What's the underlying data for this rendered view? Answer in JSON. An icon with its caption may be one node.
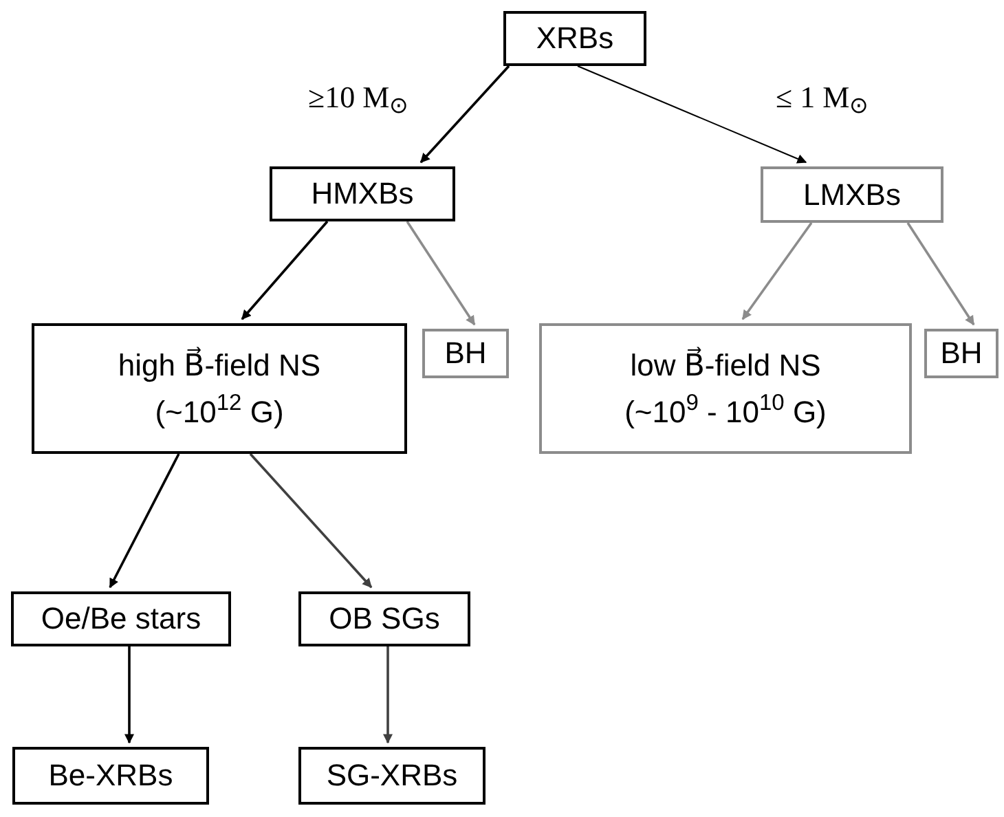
{
  "diagram": {
    "nodes": [
      {
        "text": [
          "XRBs"
        ]
      },
      {
        "text": [
          "HMXBs"
        ]
      },
      {
        "text": [
          "LMXBs"
        ]
      },
      {
        "text": [
          "high B⃗-field NS",
          "(~10$^{12}$ G)"
        ]
      },
      {
        "text": [
          "BH"
        ]
      },
      {
        "text": [
          "low B⃗-field NS",
          "(~10$^{9}$ - 10$^{10}$ G)"
        ]
      },
      {
        "text": [
          "BH"
        ]
      },
      {
        "text": [
          "Oe/Be stars"
        ]
      },
      {
        "text": [
          "OB SGs"
        ]
      },
      {
        "text": [
          "Be-XRBs"
        ]
      },
      {
        "text": [
          "SG-XRBs"
        ]
      }
    ],
    "edges": [
      {
        "from": 0,
        "to": 1,
        "arrow": "to",
        "label": "≥10 M$_{⊙}$"
      },
      {
        "from": 0,
        "to": 2,
        "arrow": "to",
        "label": "≤ 1 M$_{⊙}$"
      },
      {
        "from": 1,
        "to": 3,
        "arrow": "to"
      },
      {
        "from": 1,
        "to": 4,
        "arrow": "to",
        "color": "#8c8c8c"
      },
      {
        "from": 2,
        "to": 5,
        "arrow": "to",
        "color": "#8c8c8c"
      },
      {
        "from": 2,
        "to": 6,
        "arrow": "to",
        "color": "#8c8c8c"
      },
      {
        "from": 3,
        "to": 7,
        "arrow": "to"
      },
      {
        "from": 3,
        "to": 8,
        "arrow": "to",
        "color": "#404040"
      },
      {
        "from": 7,
        "to": 9,
        "arrow": "to"
      },
      {
        "from": 8,
        "to": 10,
        "arrow": "to",
        "color": "#404040"
      }
    ]
  }
}
